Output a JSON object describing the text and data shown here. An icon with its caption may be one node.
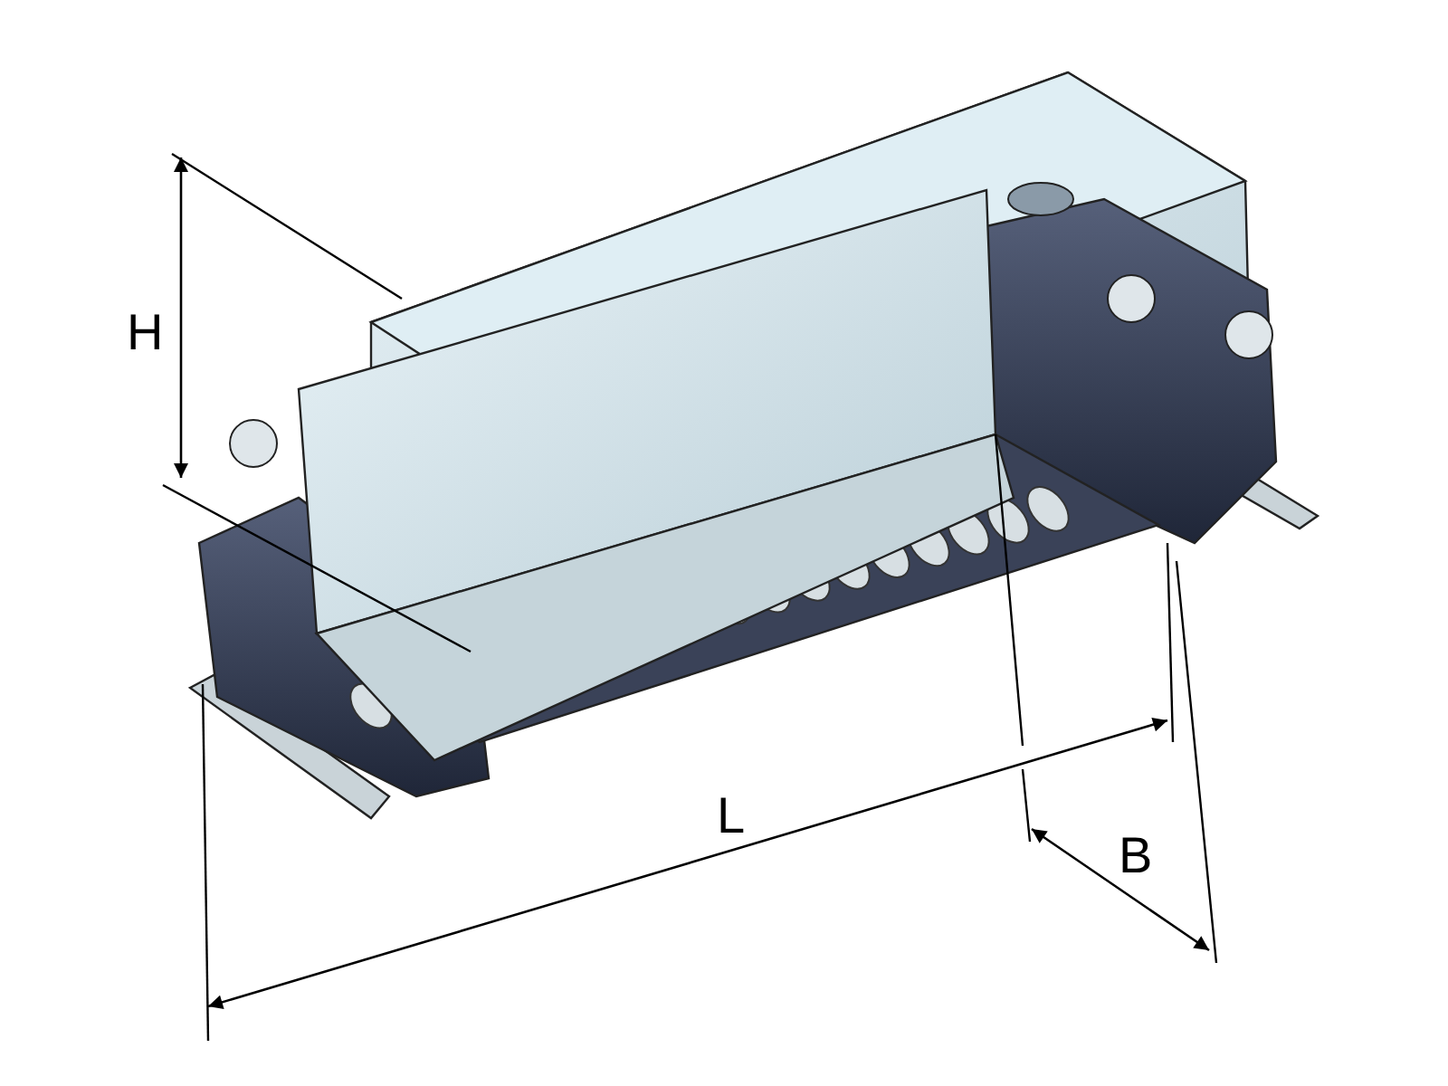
{
  "diagram": {
    "labels": [
      "H",
      "L",
      "B"
    ]
  }
}
